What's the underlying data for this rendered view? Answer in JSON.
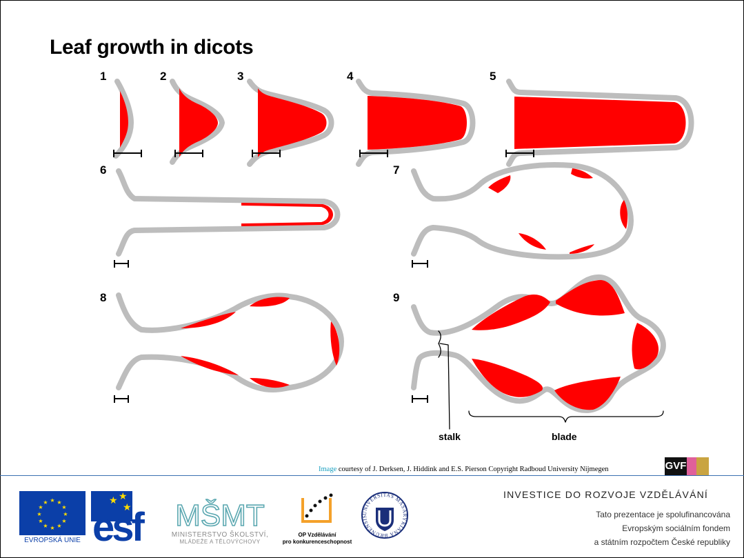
{
  "slide": {
    "title": "Leaf growth in dicots"
  },
  "diagram": {
    "stage_numbers": [
      "1",
      "2",
      "3",
      "4",
      "5",
      "6",
      "7",
      "8",
      "9"
    ],
    "labels": {
      "stalk": "stalk",
      "blade": "blade"
    },
    "colors": {
      "tissue": "#bdbdbd",
      "growth_zone": "#ff0000"
    }
  },
  "credit": {
    "link_text": "Image",
    "rest": " courtesy of J. Derksen, J. Hiddink and E.S. Pierson Copyright Radboud University Nijmegen"
  },
  "footer": {
    "gvf_logo": "GVF",
    "eu_label": "EVROPSKÁ UNIE",
    "esf_logo": "esf",
    "msmt_logo": "MŠMT",
    "msmt_line1": "MINISTERSTVO ŠKOLSTVÍ,",
    "msmt_line2": "MLÁDEŽE A TĚLOVÝCHOVY",
    "op_line1": "OP Vzdělávání",
    "op_line2": "pro konkurenceschopnost",
    "muni_ring": "UNIVERSITAS MASARYKIANA BRUNENSIS",
    "invest": "INVESTICE DO ROZVOJE VZDĚLÁVÁNÍ",
    "fund_line1": "Tato prezentace je spolufinancována",
    "fund_line2": "Evropským sociálním fondem",
    "fund_line3": "a státním rozpočtem České republiky"
  }
}
